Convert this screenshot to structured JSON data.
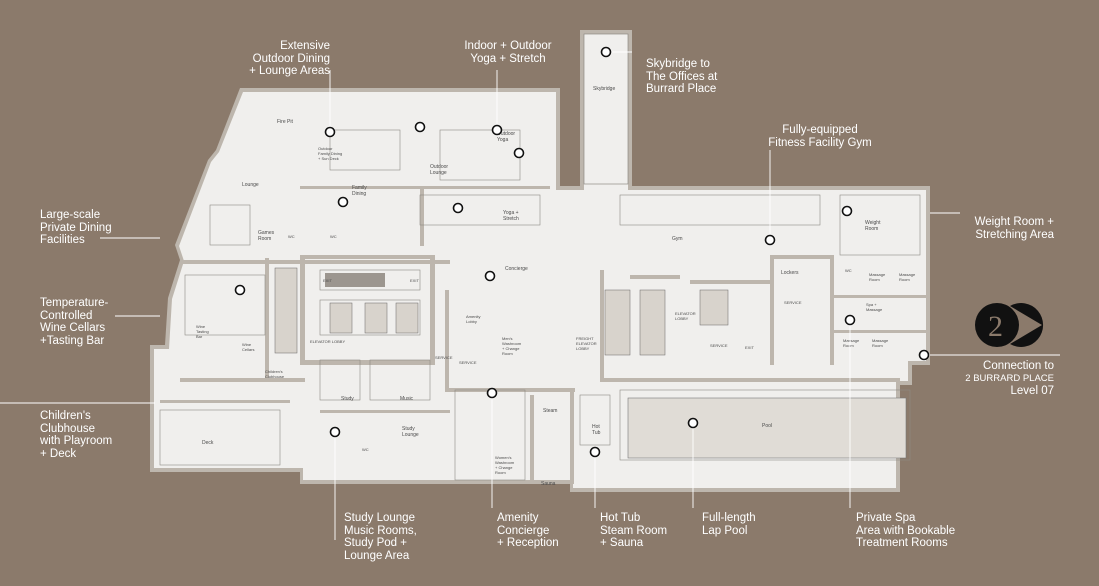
{
  "colors": {
    "background": "#8b7a6b",
    "floor": "#f0efed",
    "wall": "#bdb6ad",
    "callout_text": "#ffffff",
    "marker_stroke": "#111111",
    "logo": "#111111"
  },
  "logo": {
    "text": "2"
  },
  "callouts": {
    "outdoor_dining": [
      "Extensive",
      "Outdoor Dining",
      "+ Lounge Areas"
    ],
    "yoga": [
      "Indoor + Outdoor",
      "Yoga + Stretch"
    ],
    "skybridge": [
      "Skybridge to",
      "The Offices at",
      "Burrard Place"
    ],
    "gym": [
      "Fully-equipped",
      "Fitness Facility Gym"
    ],
    "private_dining": [
      "Large-scale",
      "Private Dining",
      "Facilities"
    ],
    "weight_room": [
      "Weight Room +",
      "Stretching Area"
    ],
    "wine": [
      "Temperature-",
      "Controlled",
      "Wine Cellars",
      "+Tasting Bar"
    ],
    "connection": [
      "Connection to",
      "2 BURRARD PLACE",
      "Level 07"
    ],
    "childrens": [
      "Children's",
      "Clubhouse",
      "with Playroom",
      "+ Deck"
    ],
    "study": [
      "Study Lounge",
      "Music Rooms,",
      "Study Pod +",
      "Lounge Area"
    ],
    "concierge": [
      "Amenity",
      "Concierge",
      "+ Reception"
    ],
    "hot_tub": [
      "Hot Tub",
      "Steam Room",
      "+ Sauna"
    ],
    "pool": [
      "Full-length",
      "Lap Pool"
    ],
    "spa": [
      "Private Spa",
      "Area with Bookable",
      "Treatment Rooms"
    ]
  },
  "rooms": {
    "skybridge": "Skybridge",
    "fire_pit": "Fire Pit",
    "outdoor_family_dining": [
      "Outdoor",
      "Family Dining",
      "+ Sun Deck"
    ],
    "outdoor_yoga": [
      "Outdoor",
      "Yoga"
    ],
    "outdoor_lounge": [
      "Outdoor",
      "Lounge"
    ],
    "lounge": "Lounge",
    "family_dining": [
      "Family",
      "Dining"
    ],
    "yoga_stretch": [
      "Yoga +",
      "Stretch"
    ],
    "games_room": [
      "Games",
      "Room"
    ],
    "wc": "WC",
    "concierge": "Concierge",
    "gym": "Gym",
    "weight_room": [
      "Weight",
      "Room"
    ],
    "lockers": "Lockers",
    "massage_room": [
      "Massage",
      "Room"
    ],
    "spa_massage": [
      "Spa +",
      "Massage"
    ],
    "wine_tasting_bar": [
      "Wine",
      "Tasting",
      "Bar"
    ],
    "wine_cellars": [
      "Wine",
      "Cellars"
    ],
    "exit": "EXIT",
    "elevator_lobby": "ELEVATOR LOBBY",
    "amenity_lobby": [
      "Amenity",
      "Lobby"
    ],
    "mens_washroom": [
      "Men's",
      "Washroom",
      "+ Change",
      "Room"
    ],
    "freight_elevator_lobby": [
      "FREIGHT",
      "ELEVATOR",
      "LOBBY"
    ],
    "elevator_lobby_2": [
      "ELEVATOR",
      "LOBBY"
    ],
    "service": "SERVICE",
    "childrens_clubhouse": [
      "Children's",
      "Clubhouse"
    ],
    "study": "Study",
    "music": "Music",
    "study_lounge": [
      "Study",
      "Lounge"
    ],
    "deck": "Deck",
    "steam": "Steam",
    "hot_tub": [
      "Hot",
      "Tub"
    ],
    "pool": "Pool",
    "womens_washroom": [
      "Women's",
      "Washroom",
      "+ Change",
      "Room"
    ],
    "sauna": "Sauna"
  }
}
